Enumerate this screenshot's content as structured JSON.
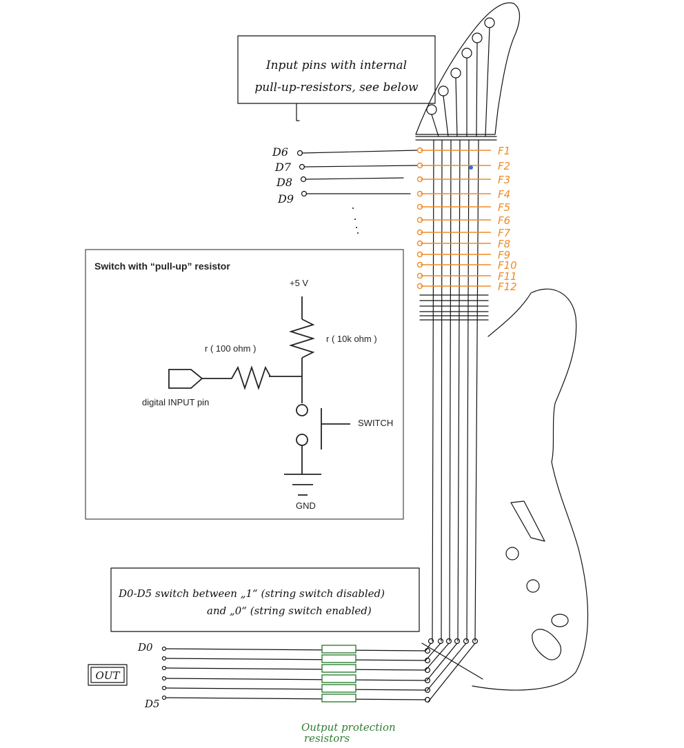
{
  "colors": {
    "ink": "#111111",
    "fret": "#f08a24",
    "green": "#2e7d32",
    "blue_dot": "#3b6fd6",
    "schematic": "#222222"
  },
  "note_top": {
    "line1": "Input pins with internal",
    "line2": "pull-up-resistors, see below"
  },
  "inputs": {
    "labels": [
      "D6",
      "D7",
      "D8",
      "D9"
    ]
  },
  "frets": {
    "labels": [
      "F1",
      "F2",
      "F3",
      "F4",
      "F5",
      "F6",
      "F7",
      "F8",
      "F9",
      "F10",
      "F11",
      "F12"
    ]
  },
  "schematic": {
    "title": "Switch with “pull-up” resistor",
    "vcc": "+5 V",
    "r_pullup": "r ( 10k ohm )",
    "r_series": "r ( 100 ohm )",
    "input_pin": "digital INPUT pin",
    "switch": "SWITCH",
    "gnd": "GND"
  },
  "note_bottom": {
    "line1": "D0-D5 switch between „1“ (string switch disabled)",
    "line2": "and  „0“ (string switch enabled)"
  },
  "outputs": {
    "top_label": "D0",
    "bottom_label": "D5",
    "box_label": "OUT"
  },
  "resistors_label": {
    "line1": "Output protection",
    "line2": "resistors"
  }
}
